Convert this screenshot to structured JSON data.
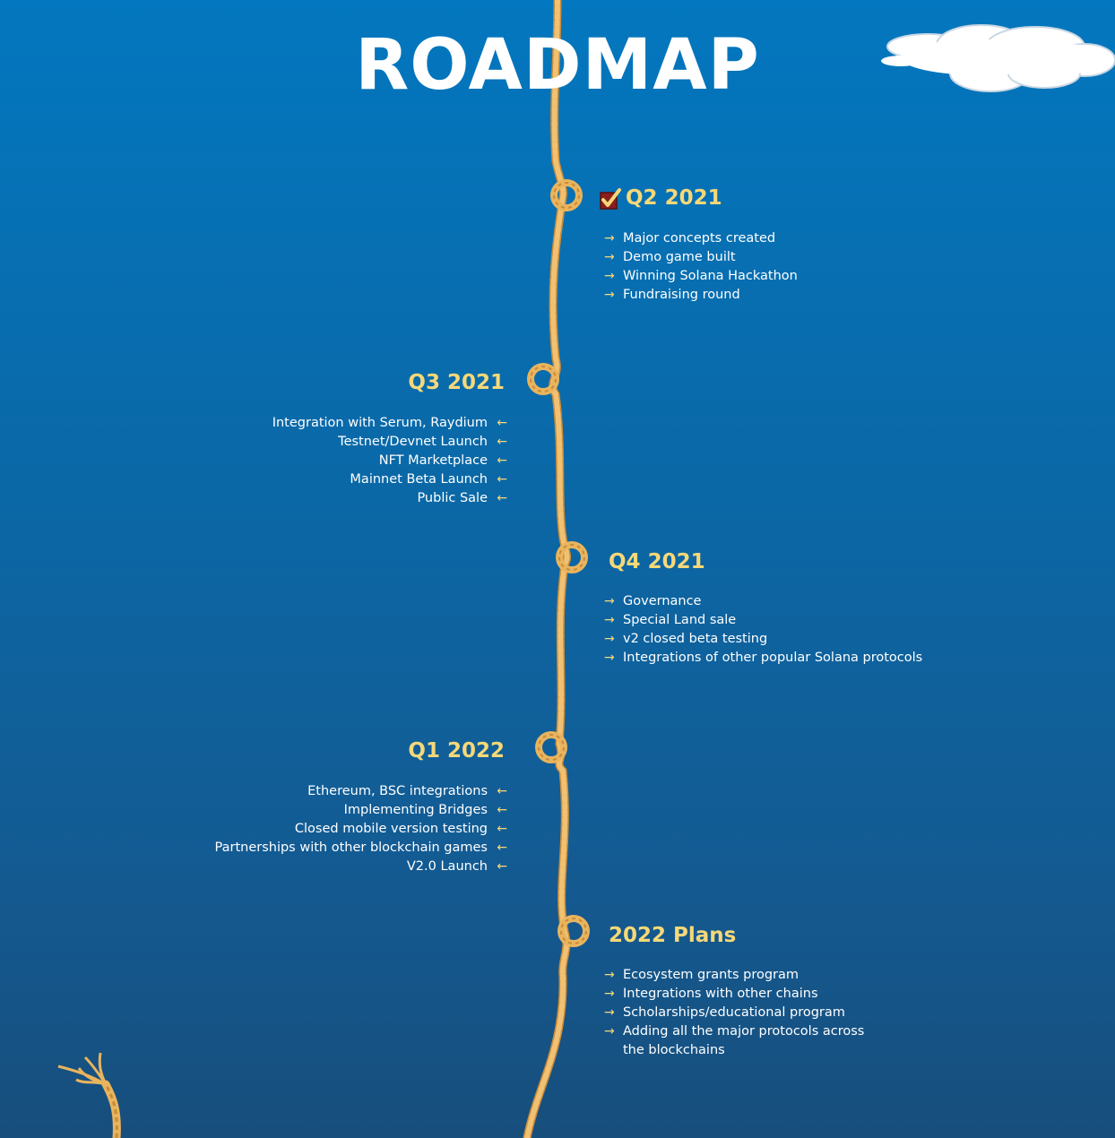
{
  "title": "ROADMAP",
  "colors": {
    "accent": "#f6d878",
    "rope": "#e9b45e",
    "background_top": "#0377bf",
    "background_bottom": "#174e7c"
  },
  "milestones": [
    {
      "heading": "Q2 2021",
      "icon": "checkbox-checked-icon",
      "items": [
        "Major concepts created",
        "Demo game built",
        "Winning Solana Hackathon",
        "Fundraising round"
      ]
    },
    {
      "heading": "Q3 2021",
      "items": [
        "Integration with Serum, Raydium",
        "Testnet/Devnet Launch",
        "NFT Marketplace",
        "Mainnet Beta Launch",
        "Public Sale"
      ]
    },
    {
      "heading": "Q4 2021",
      "items": [
        "Governance",
        "Special Land sale",
        "v2 closed beta testing",
        "Integrations of other popular Solana protocols"
      ]
    },
    {
      "heading": "Q1 2022",
      "items": [
        "Ethereum, BSC integrations",
        "Implementing Bridges",
        "Closed mobile version testing",
        "Partnerships with other blockchain games",
        "V2.0 Launch"
      ]
    },
    {
      "heading": "2022 Plans",
      "items": [
        "Ecosystem grants program",
        "Integrations with other chains",
        "Scholarships/educational program",
        "Adding all the major protocols across the blockchains"
      ]
    }
  ],
  "arrows": {
    "right": "→",
    "left": "←"
  }
}
